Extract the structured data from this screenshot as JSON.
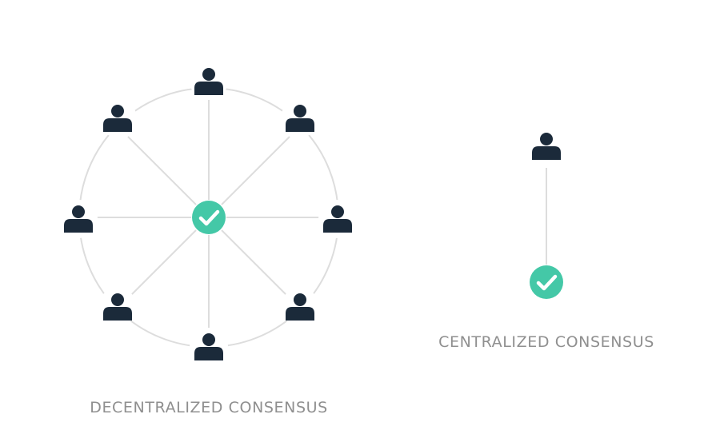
{
  "decentralized": {
    "caption": "DECENTRALIZED CONSENSUS",
    "participants": 8,
    "validator_icon": "check-circle-icon",
    "participant_icon": "user-icon"
  },
  "centralized": {
    "caption": "CENTRALIZED CONSENSUS",
    "participants": 1,
    "validator_icon": "check-circle-icon",
    "participant_icon": "user-icon"
  },
  "colors": {
    "user_icon": "#1b2a3a",
    "check_circle": "#44c8a7",
    "check_mark": "#ffffff",
    "connector_line": "#dddddd",
    "caption_text": "#8f8f8f",
    "background": "#ffffff"
  }
}
